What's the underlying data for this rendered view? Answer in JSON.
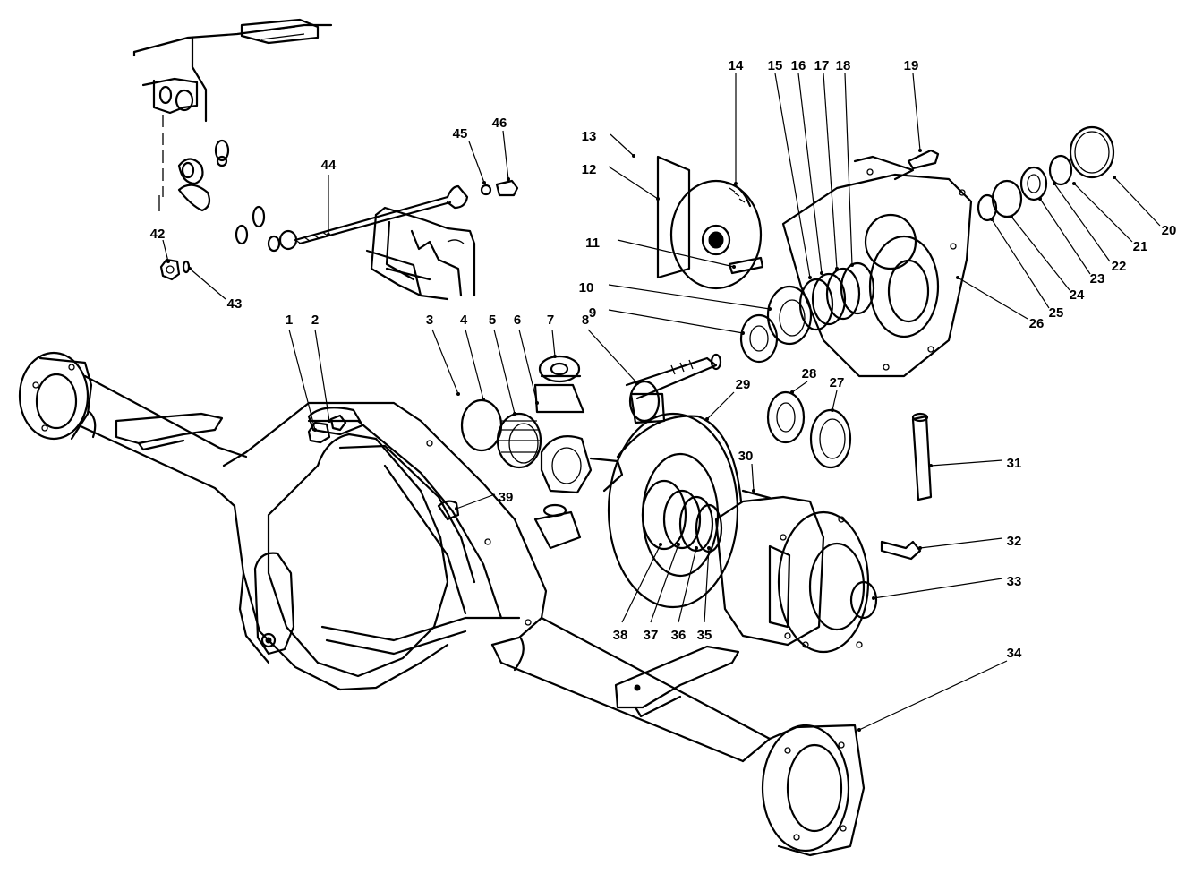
{
  "diagram": {
    "callouts": [
      {
        "id": "1",
        "label": "1"
      },
      {
        "id": "2",
        "label": "2"
      },
      {
        "id": "3",
        "label": "3"
      },
      {
        "id": "4",
        "label": "4"
      },
      {
        "id": "5",
        "label": "5"
      },
      {
        "id": "6",
        "label": "6"
      },
      {
        "id": "7",
        "label": "7"
      },
      {
        "id": "8",
        "label": "8"
      },
      {
        "id": "9",
        "label": "9"
      },
      {
        "id": "10",
        "label": "10"
      },
      {
        "id": "11",
        "label": "11"
      },
      {
        "id": "12",
        "label": "12"
      },
      {
        "id": "13",
        "label": "13"
      },
      {
        "id": "14",
        "label": "14"
      },
      {
        "id": "15",
        "label": "15"
      },
      {
        "id": "16",
        "label": "16"
      },
      {
        "id": "17",
        "label": "17"
      },
      {
        "id": "18",
        "label": "18"
      },
      {
        "id": "19",
        "label": "19"
      },
      {
        "id": "20",
        "label": "20"
      },
      {
        "id": "21",
        "label": "21"
      },
      {
        "id": "22",
        "label": "22"
      },
      {
        "id": "23",
        "label": "23"
      },
      {
        "id": "24",
        "label": "24"
      },
      {
        "id": "25",
        "label": "25"
      },
      {
        "id": "26",
        "label": "26"
      },
      {
        "id": "27",
        "label": "27"
      },
      {
        "id": "28",
        "label": "28"
      },
      {
        "id": "29",
        "label": "29"
      },
      {
        "id": "30",
        "label": "30"
      },
      {
        "id": "31",
        "label": "31"
      },
      {
        "id": "32",
        "label": "32"
      },
      {
        "id": "33",
        "label": "33"
      },
      {
        "id": "34",
        "label": "34"
      },
      {
        "id": "35",
        "label": "35"
      },
      {
        "id": "36",
        "label": "36"
      },
      {
        "id": "37",
        "label": "37"
      },
      {
        "id": "38",
        "label": "38"
      },
      {
        "id": "39",
        "label": "39"
      },
      {
        "id": "42",
        "label": "42"
      },
      {
        "id": "43",
        "label": "43"
      },
      {
        "id": "44",
        "label": "44"
      },
      {
        "id": "45",
        "label": "45"
      },
      {
        "id": "46",
        "label": "46"
      }
    ]
  }
}
